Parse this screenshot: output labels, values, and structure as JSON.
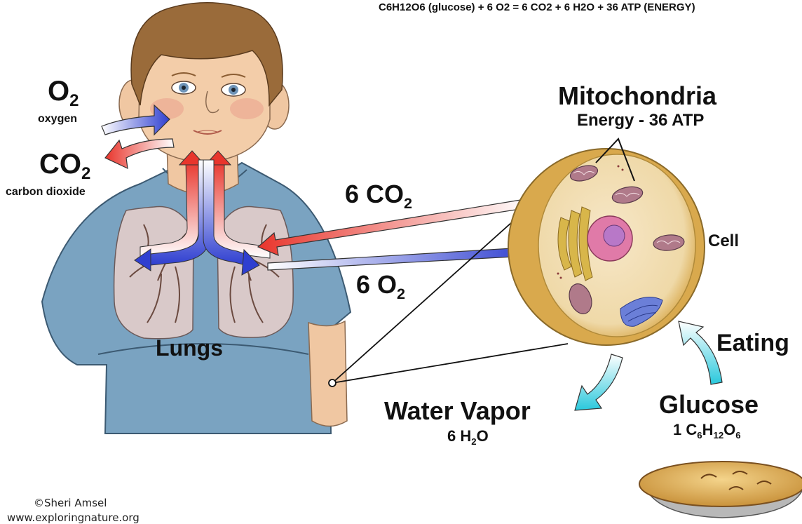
{
  "equation": {
    "glucose_formula": "C6H12O6",
    "rest": " (glucose) + 6 O2 = 6 CO2 + 6 H2O + 36 ATP (ENERGY)"
  },
  "o2": {
    "symbol": "O",
    "sub": "2",
    "label": "oxygen"
  },
  "co2": {
    "symbol": "CO",
    "sub": "2",
    "label": "carbon dioxide"
  },
  "lungs_label": "Lungs",
  "arrow_co2": {
    "prefix": "6 CO",
    "sub": "2"
  },
  "arrow_o2": {
    "prefix": "6 O",
    "sub": "2"
  },
  "mito": {
    "title": "Mitochondria",
    "subtitle": "Energy - 36 ATP"
  },
  "cell_label": "Cell",
  "eating_label": "Eating",
  "vapor": {
    "title": "Water Vapor",
    "f1": "6 H",
    "sub": "2",
    "f2": "O"
  },
  "glucose": {
    "title": "Glucose",
    "f1": "1 C",
    "s1": "6",
    "f2": "H",
    "s2": "12",
    "f3": "O",
    "s3": "6"
  },
  "credit": {
    "author": "©Sheri Amsel",
    "site": "www.exploringnature.org"
  },
  "colors": {
    "co2_arrow": "#e8352c",
    "o2_arrow": "#2f3fd0",
    "cyan_arrow": "#29c8dc",
    "shirt": "#7aa3c1",
    "cell": "#e8c570"
  }
}
